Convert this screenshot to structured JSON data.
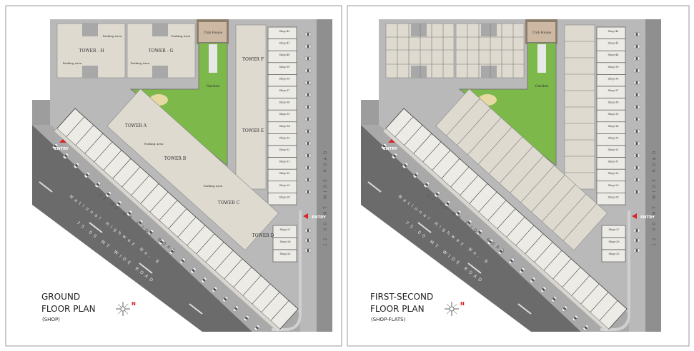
{
  "colors": {
    "site": "#b9b9b9",
    "highway": "#6b6b6b",
    "side_road": "#8f8f8f",
    "building": "#dedad0",
    "garden": "#7db84a",
    "club_house": "#cdb9a3",
    "entry_marker": "#d9252a",
    "compass_north": "#d9252a"
  },
  "ground": {
    "title_line1": "GROUND",
    "title_line2": "FLOOR PLAN",
    "subtitle": "(SHOP)",
    "towers": {
      "h": "TOWER - H",
      "g": "TOWER - G",
      "f": "TOWER F",
      "e": "TOWER E",
      "a": "TOWER A",
      "b": "TOWER B",
      "c": "TOWER C",
      "d": "TOWER D"
    },
    "parking": "Parking Area",
    "club_house": "Club House",
    "garden": "Garden",
    "entry": "ENTRY",
    "roads": {
      "highway": "National Highway No. 8",
      "main": "75.00 MT WIDE ROAD",
      "service": "12.00 MT WIDE ROAD",
      "side": "12.00 MT WIDE ROAD"
    },
    "compass_n": "N",
    "shops_column": [
      "Shop-42",
      "Shop-41",
      "Shop-40",
      "Shop-39",
      "Shop-38",
      "Shop-37",
      "Shop-36",
      "Shop-35",
      "Shop-34",
      "Shop-33",
      "Shop-32",
      "Shop-31",
      "Shop-30",
      "Shop-29",
      "Shop-28"
    ],
    "shops_lower": [
      "Shop-27",
      "Shop-26",
      "Shop-25"
    ]
  },
  "first_second": {
    "title_line1": "FIRST-SECOND",
    "title_line2": "FLOOR PLAN",
    "subtitle": "(SHOP-FLATS)",
    "club_house": "Club House",
    "garden": "Garden",
    "entry": "ENTRY",
    "roads": {
      "highway": "National Highway No. 8",
      "main": "75.00 MT WIDE ROAD",
      "service": "12.00 MT WIDE ROAD",
      "side": "12.00 MT WIDE ROAD"
    },
    "compass_n": "N",
    "shops_column": [
      "Shop-42",
      "Shop-41",
      "Shop-40",
      "Shop-39",
      "Shop-38",
      "Shop-37",
      "Shop-36",
      "Shop-35",
      "Shop-34",
      "Shop-33",
      "Shop-32",
      "Shop-31",
      "Shop-30",
      "Shop-29",
      "Shop-28"
    ],
    "shops_lower": [
      "Shop-27",
      "Shop-26",
      "Shop-25"
    ]
  }
}
